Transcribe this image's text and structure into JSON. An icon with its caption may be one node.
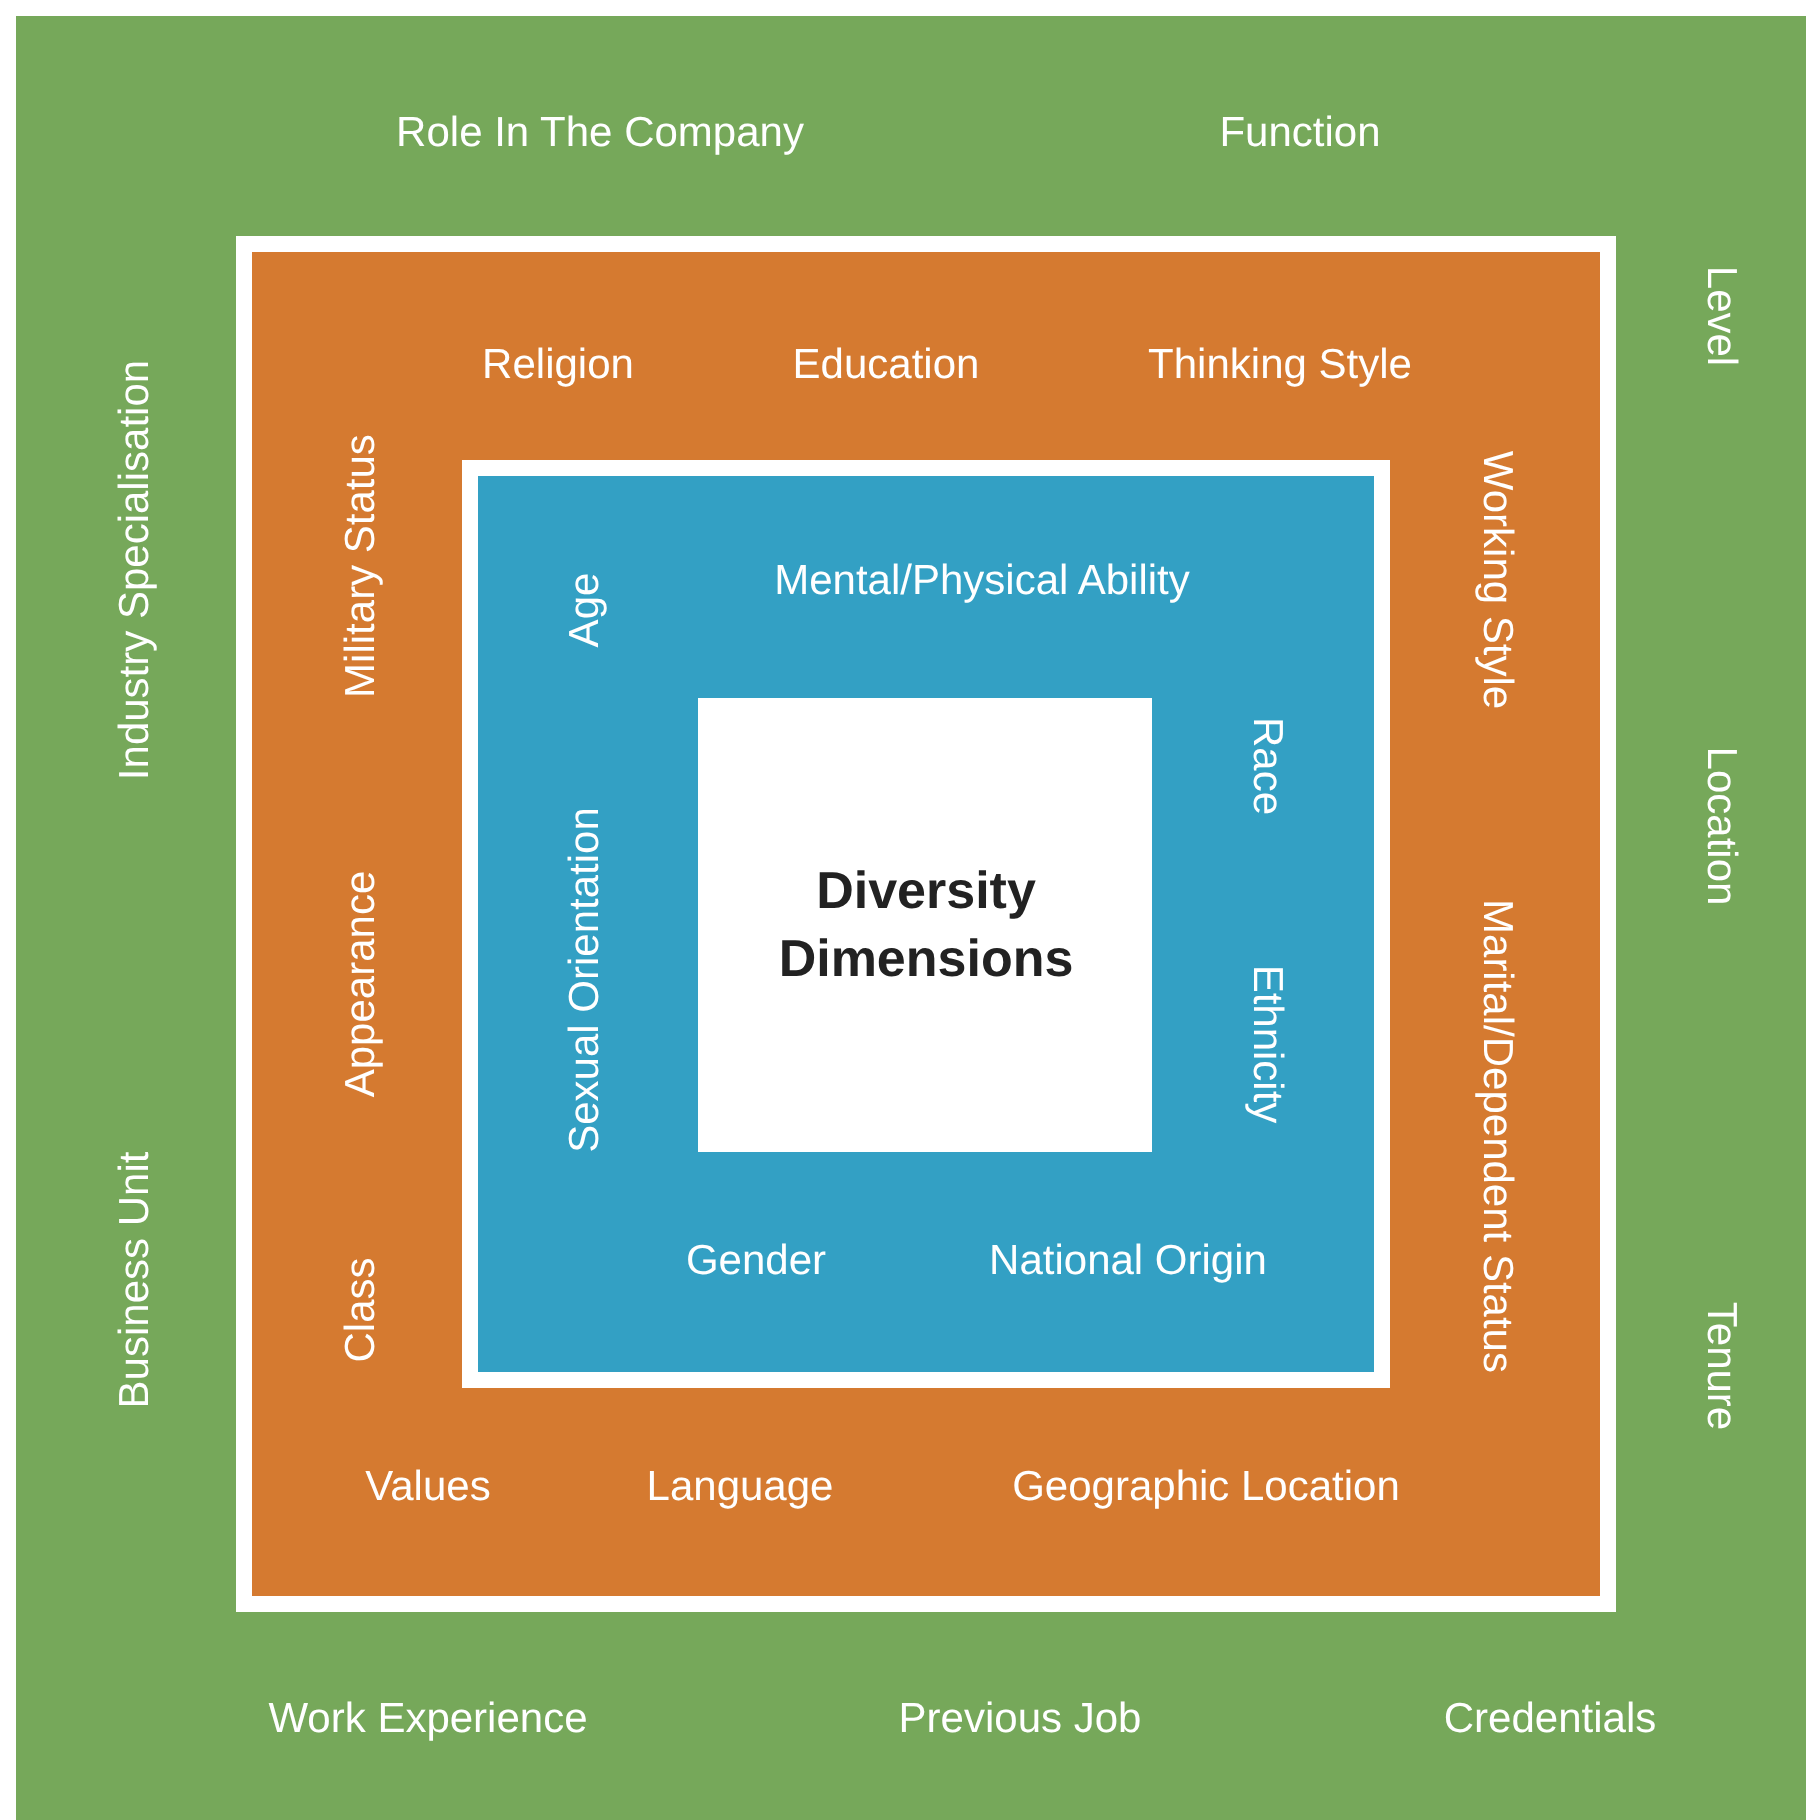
{
  "diagram": {
    "nodes": [
      {
        "text": [
          "Role In The Company",
          "Function",
          "Industry Specialisation",
          "Business Unit",
          "Level",
          "Location",
          "Tenure",
          "Work Experience",
          "Previous Job",
          "Credentials"
        ]
      },
      {
        "text": [
          "Religion",
          "Education",
          "Thinking Style",
          "Military Status",
          "Appearance",
          "Class",
          "Working Style",
          "Marital/Dependent Status",
          "Values",
          "Language",
          "Geographic Location"
        ],
        "in": 0
      },
      {
        "text": [
          "Age",
          "Mental/Physical Ability",
          "Sexual Orientation",
          "Race",
          "Ethnicity",
          "Gender",
          "National Origin"
        ],
        "in": 1
      },
      {
        "text": [
          "Diversity Dimensions"
        ],
        "in": 2
      }
    ]
  }
}
